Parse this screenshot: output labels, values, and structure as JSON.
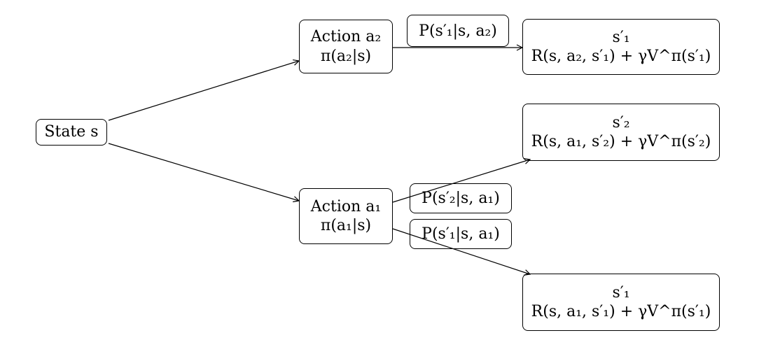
{
  "diagram": {
    "state": {
      "label": "State s"
    },
    "actions": {
      "a2": {
        "title": "Action a₂",
        "policy": "π(a₂|s)"
      },
      "a1": {
        "title": "Action a₁",
        "policy": "π(a₁|s)"
      }
    },
    "transitions": {
      "a2_s1": "P(s′₁|s, a₂)",
      "a1_s2": "P(s′₂|s, a₁)",
      "a1_s1": "P(s′₁|s, a₁)"
    },
    "outcomes": {
      "top": {
        "state": "s′₁",
        "value": "R(s, a₂, s′₁) + γV^π(s′₁)"
      },
      "middle": {
        "state": "s′₂",
        "value": "R(s, a₁, s′₂) + γV^π(s′₂)"
      },
      "bottom": {
        "state": "s′₁",
        "value": "R(s, a₁, s′₁) + γV^π(s′₁)"
      }
    }
  }
}
